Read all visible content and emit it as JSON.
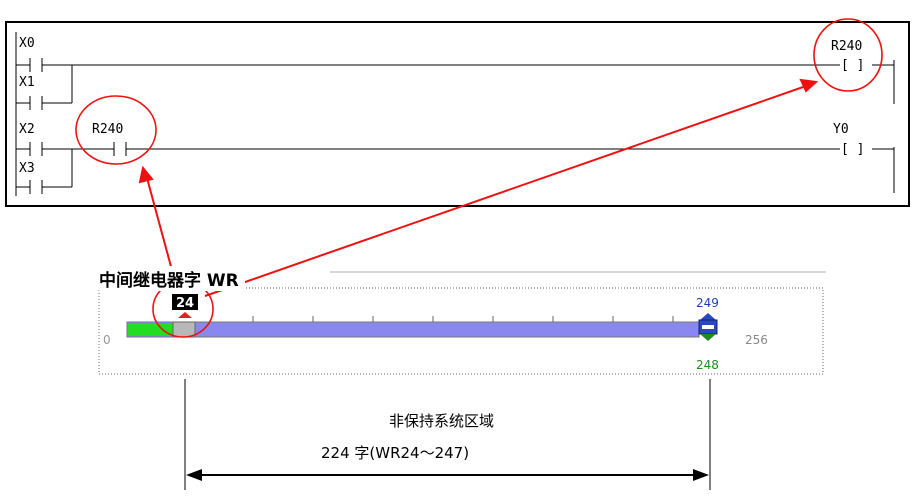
{
  "ladder": {
    "contacts": [
      "X0",
      "X1",
      "X2",
      "X3"
    ],
    "mid_contact": "R240",
    "coil_top": "R240",
    "coil_bottom": "Y0",
    "coil_symbol": "[ ]"
  },
  "panel": {
    "title": "中间继电器字 WR",
    "min_label": "0",
    "max_label": "256",
    "marker_value": "24",
    "upper_value": "249",
    "lower_value": "248"
  },
  "annotation": {
    "line1": "非保持系统区域",
    "line2": "224 字(WR24～247)"
  },
  "colors": {
    "green_fill": "#22dd22",
    "blue_fill": "#8888ee",
    "highlight_red": "#ee1111",
    "upper_value_color": "#1f3fb8",
    "lower_value_color": "#228b22"
  }
}
